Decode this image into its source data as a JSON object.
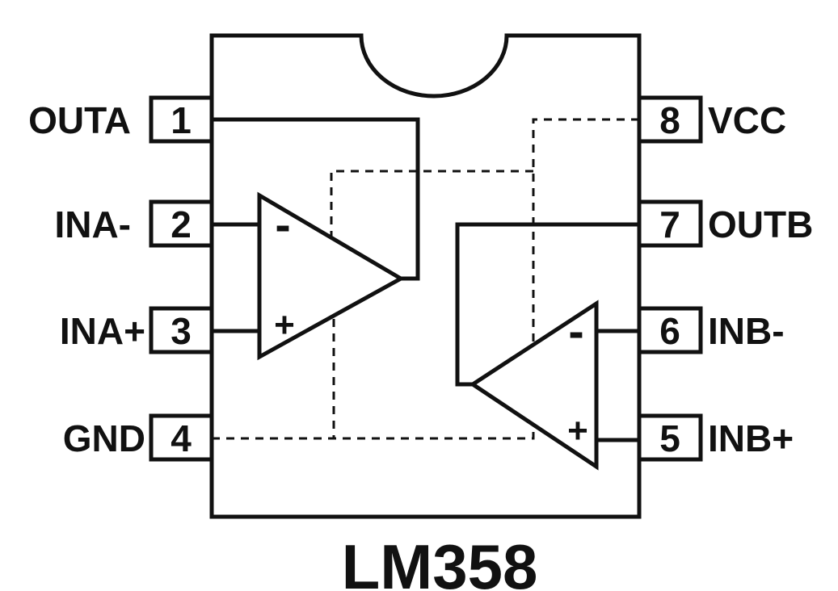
{
  "chip": {
    "name": "LM358"
  },
  "pins": {
    "p1": {
      "number": "1",
      "label": "OUTA"
    },
    "p2": {
      "number": "2",
      "label": "INA-"
    },
    "p3": {
      "number": "3",
      "label": "INA+"
    },
    "p4": {
      "number": "4",
      "label": "GND"
    },
    "p5": {
      "number": "5",
      "label": "INB+"
    },
    "p6": {
      "number": "6",
      "label": "INB-"
    },
    "p7": {
      "number": "7",
      "label": "OUTB"
    },
    "p8": {
      "number": "8",
      "label": "VCC"
    }
  },
  "amp_a": {
    "minus": "-",
    "plus": "+"
  },
  "amp_b": {
    "minus": "-",
    "plus": "+"
  }
}
